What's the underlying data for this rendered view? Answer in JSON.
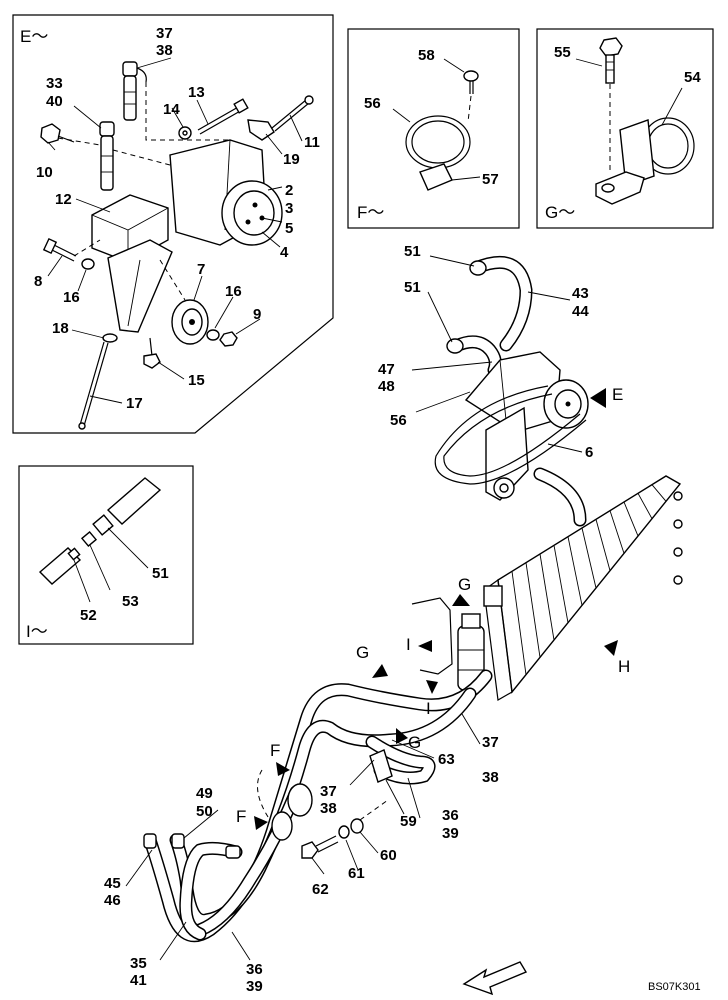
{
  "panels": {
    "e_caption": "E～",
    "f_caption": "F～",
    "g_caption": "G～",
    "i_caption": "I～"
  },
  "view_arrows": {
    "e": "E",
    "g1": "G",
    "g2": "G",
    "g3": "G",
    "h": "H",
    "i1": "I",
    "i2": "I",
    "f1": "F",
    "f2": "F"
  },
  "labels": {
    "p37a": "37",
    "p38a": "38",
    "p33": "33",
    "p40": "40",
    "p13": "13",
    "p14": "14",
    "p10": "10",
    "p11": "11",
    "p19": "19",
    "p12": "12",
    "p2": "2",
    "p3": "3",
    "p5": "5",
    "p4": "4",
    "p8": "8",
    "p16a": "16",
    "p7": "7",
    "p16b": "16",
    "p9": "9",
    "p18": "18",
    "p15": "15",
    "p17": "17",
    "p58": "58",
    "p56a": "56",
    "p57": "57",
    "p55": "55",
    "p54": "54",
    "p51a": "51",
    "p51b": "51",
    "p43": "43",
    "p44": "44",
    "p47": "47",
    "p48": "48",
    "p56b": "56",
    "p6": "6",
    "p51c": "51",
    "p52": "52",
    "p53": "53",
    "p37b": "37",
    "p38b": "38",
    "p63": "63",
    "p37c": "37",
    "p38c": "38",
    "p59": "59",
    "p36a": "36",
    "p39a": "39",
    "p49": "49",
    "p50": "50",
    "p60": "60",
    "p61": "61",
    "p62": "62",
    "p45": "45",
    "p46": "46",
    "p35": "35",
    "p41": "41",
    "p36b": "36",
    "p39b": "39"
  },
  "drawing_code": "BS07K301"
}
